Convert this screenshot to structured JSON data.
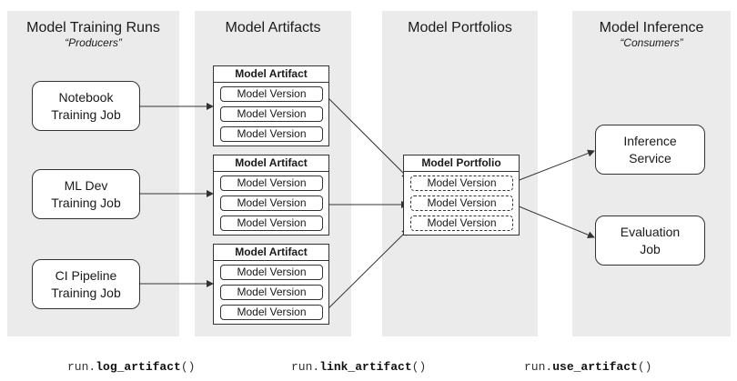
{
  "columns": [
    {
      "title": "Model Training Runs",
      "subtitle": "“Producers”"
    },
    {
      "title": "Model Artifacts",
      "subtitle": ""
    },
    {
      "title": "Model Portfolios",
      "subtitle": ""
    },
    {
      "title": "Model Inference",
      "subtitle": "“Consumers”"
    }
  ],
  "producers": [
    {
      "line1": "Notebook",
      "line2": "Training Job"
    },
    {
      "line1": "ML Dev",
      "line2": "Training Job"
    },
    {
      "line1": "CI Pipeline",
      "line2": "Training Job"
    }
  ],
  "artifacts": [
    {
      "title": "Model Artifact",
      "versions": [
        "Model Version",
        "Model Version",
        "Model Version"
      ]
    },
    {
      "title": "Model Artifact",
      "versions": [
        "Model Version",
        "Model Version",
        "Model Version"
      ]
    },
    {
      "title": "Model Artifact",
      "versions": [
        "Model Version",
        "Model Version",
        "Model Version"
      ]
    }
  ],
  "portfolio": {
    "title": "Model Portfolio",
    "versions": [
      "Model Version",
      "Model Version",
      "Model Version"
    ]
  },
  "consumers": [
    {
      "line1": "Inference",
      "line2": "Service"
    },
    {
      "line1": "Evaluation",
      "line2": "Job"
    }
  ],
  "code": [
    {
      "prefix": "run.",
      "method": "log_artifact",
      "suffix": "()"
    },
    {
      "prefix": "run.",
      "method": "link_artifact",
      "suffix": "()"
    },
    {
      "prefix": "run.",
      "method": "use_artifact",
      "suffix": "()"
    }
  ]
}
